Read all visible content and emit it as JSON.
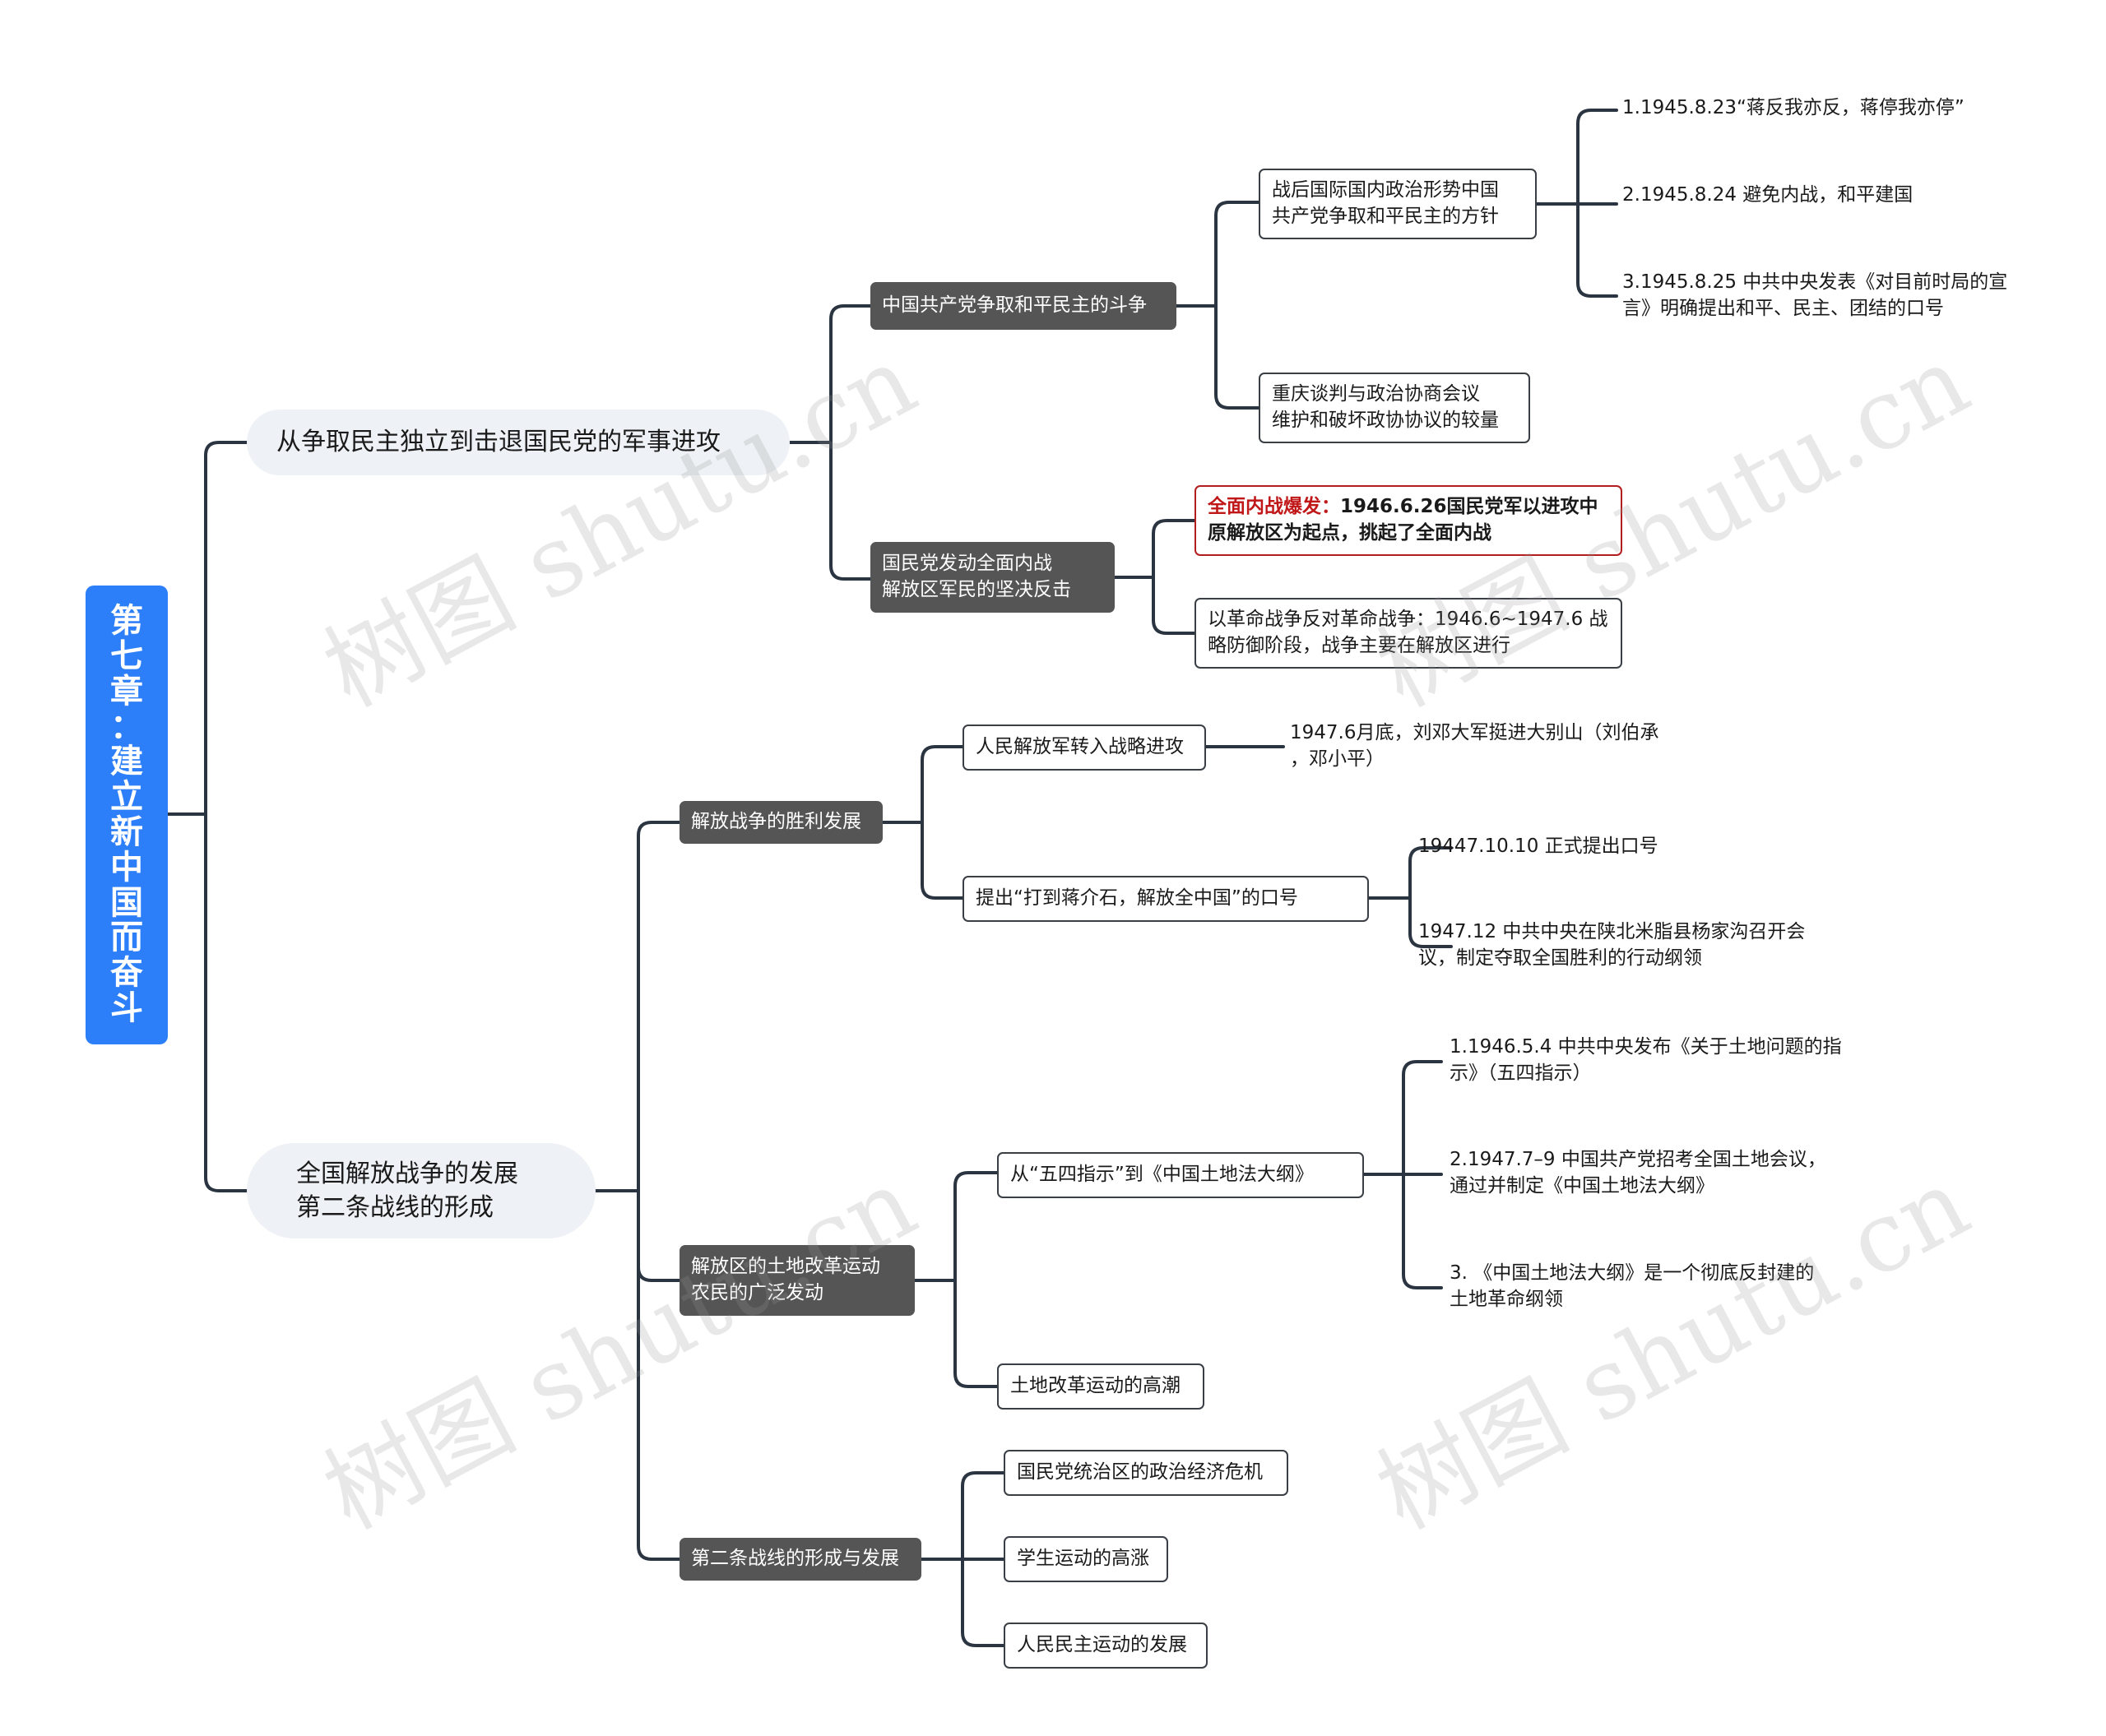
{
  "root": {
    "chars": [
      "第",
      "七",
      "章",
      "：",
      "建",
      "立",
      "新",
      "中",
      "国",
      "而",
      "奋",
      "斗"
    ]
  },
  "branch1": {
    "label": "从争取民主独立到击退国民党的军事进攻",
    "sub1": {
      "label": "中国共产党争取和平民主的斗争",
      "topic_a": {
        "lines": [
          "战后国际国内政治形势中国",
          "共产党争取和平民主的方针"
        ],
        "items": [
          [
            "1.1945.8.23“蒋反我亦反，蒋停我亦停”"
          ],
          [
            "2.1945.8.24 避免内战，和平建国"
          ],
          [
            "3.1945.8.25 中共中央发表《对目前时局的宣",
            "言》明确提出和平、民主、团结的口号"
          ]
        ]
      },
      "topic_b": {
        "lines": [
          "重庆谈判与政治协商会议",
          "维护和破坏政协协议的较量"
        ]
      }
    },
    "sub2": {
      "lines": [
        "国民党发动全面内战",
        "解放区军民的坚决反击"
      ],
      "topic_a": {
        "lead": "全面内战爆发：",
        "rest": "1946.6.26国民党军以进攻中",
        "line2": "原解放区为起点，挑起了全面内战"
      },
      "topic_b": {
        "lines": [
          "以革命战争反对革命战争：1946.6~1947.6 战",
          "略防御阶段，战争主要在解放区进行"
        ]
      }
    }
  },
  "branch2": {
    "lines": [
      "全国解放战争的发展",
      "第二条战线的形成"
    ],
    "sub1": {
      "label": "解放战争的胜利发展",
      "topic_a": {
        "label": "人民解放军转入战略进攻",
        "leaf": [
          "1947.6月底，刘邓大军挺进大别山（刘伯承",
          "，邓小平）"
        ]
      },
      "topic_b": {
        "label": "提出“打到蒋介石，解放全中国”的口号",
        "items": [
          [
            "19447.10.10 正式提出口号"
          ],
          [
            "1947.12 中共中央在陕北米脂县杨家沟召开会",
            "议，制定夺取全国胜利的行动纲领"
          ]
        ]
      }
    },
    "sub2": {
      "lines": [
        "解放区的土地改革运动",
        "农民的广泛发动"
      ],
      "topic_a": {
        "label": "从“五四指示”到《中国土地法大纲》",
        "items": [
          [
            "1.1946.5.4 中共中央发布《关于土地问题的指",
            "示》（五四指示）"
          ],
          [
            "2.1947.7–9 中国共产党招考全国土地会议，",
            "通过并制定《中国土地法大纲》"
          ],
          [
            "3. 《中国土地法大纲》是一个彻底反封建的",
            "土地革命纲领"
          ]
        ]
      },
      "topic_b": {
        "label": "土地改革运动的高潮"
      }
    },
    "sub3": {
      "label": "第二条战线的形成与发展",
      "items": [
        "国民党统治区的政治经济危机",
        "学生运动的高涨",
        "人民民主运动的发展"
      ]
    }
  },
  "watermark": "树图 shutu.cn",
  "colors": {
    "root": "#2d7ff9",
    "major": "#eef1f5",
    "dark": "#555555",
    "edge": "#2b3542",
    "highlight": "#c01818"
  }
}
